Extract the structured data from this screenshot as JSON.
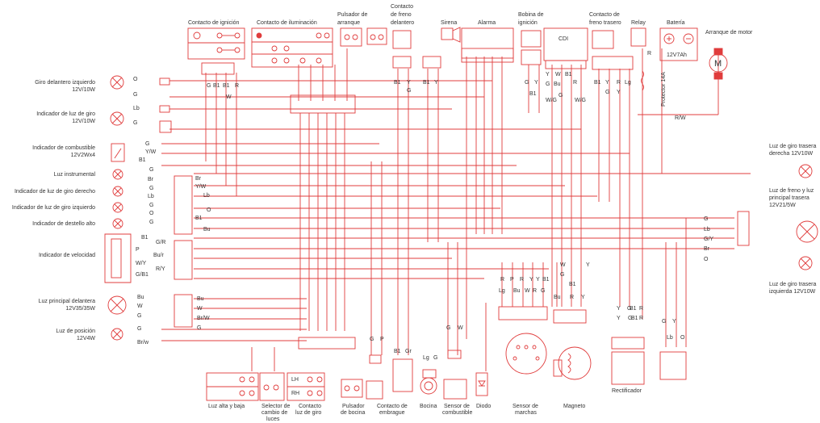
{
  "colors": {
    "wire": "#e03c3c",
    "text": "#333333",
    "background": "#ffffff"
  },
  "top_labels": {
    "ignition": "Contacto de ignición",
    "lighting": "Contacto de iluminación",
    "start_btn_1": "Pulsador de",
    "start_btn_2": "arranque",
    "front_brake_1": "Contacto",
    "front_brake_2": "de freno",
    "front_brake_3": "delantero",
    "siren": "Sirena",
    "alarm": "Alarma",
    "ign_coil_1": "Bobina de",
    "ign_coil_2": "ignición",
    "cdi": "CDI",
    "rear_brake_1": "Contacto de",
    "rear_brake_2": "freno trasero",
    "relay": "Relay",
    "battery": "Batería",
    "battery_value": "12V7Ah",
    "starter_motor": "Arranque de motor",
    "motor_symbol": "M",
    "fuse": "Protector 14A"
  },
  "left_labels": {
    "front_left_turn_1": "Giro delantero izquierdo",
    "front_left_turn_2": "12V/10W",
    "turn_indicator_1": "Indicador de luz de giro",
    "turn_indicator_2": "12V/10W",
    "fuel_indicator_1": "Indicador de combustible",
    "fuel_indicator_2": "12V2Wx4",
    "instrument_light": "Luz instrumental",
    "right_turn_indicator": "Indicador de luz de giro derecho",
    "left_turn_indicator": "Indicador de luz de giro izquierdo",
    "high_beam_indicator": "Indicador de destello alto",
    "speed_indicator": "Indicador de velocidad",
    "headlight_1": "Luz principal delantera",
    "headlight_2": "12V35/35W",
    "position_light_1": "Luz de posición",
    "position_light_2": "12V4W"
  },
  "right_labels": {
    "rear_right_turn_1": "Luz de giro trasera",
    "rear_right_turn_2": "derecha 12V10W",
    "brake_light_1": "Luz de freno y luz",
    "brake_light_2": "principal trasera",
    "brake_light_3": "12V21/5W",
    "rear_left_turn_1": "Luz de giro trasera",
    "rear_left_turn_2": "izquierda 12V10W"
  },
  "bottom_labels": {
    "hi_lo_light": "Luz alta y baja",
    "light_switch_1": "Selector de",
    "light_switch_2": "cambio de",
    "light_switch_3": "luces",
    "turn_switch_1": "Contacto",
    "turn_switch_2": "luz de giro",
    "horn_button_1": "Pulsador",
    "horn_button_2": "de bocina",
    "clutch_1": "Contacto de",
    "clutch_2": "embrague",
    "horn": "Bocina",
    "fuel_sensor_1": "Sensor de",
    "fuel_sensor_2": "combustible",
    "diode": "Diodo",
    "gear_sensor_1": "Sensor de",
    "gear_sensor_2": "marchas",
    "magneto": "Magneto",
    "rectifier": "Rectificador",
    "lh": "LH",
    "rh": "RH"
  },
  "wire_codes": {
    "G": "G",
    "B1": "B1",
    "R": "R",
    "W": "W",
    "Y": "Y",
    "Lb": "Lb",
    "Br": "Br",
    "O": "O",
    "P": "P",
    "Bu": "Bu",
    "Lg": "Lg",
    "Gr": "Gr",
    "Y_W": "Y/W",
    "G_R": "G/R",
    "Bu_r": "Bu/r",
    "W_Y": "W/Y",
    "R_Y": "R/Y",
    "G_B1": "G/B1",
    "Br_W": "Br/W",
    "Br_w": "Br/w",
    "R_W": "R/W",
    "G_Y": "G/Y",
    "W_G": "W/G"
  }
}
